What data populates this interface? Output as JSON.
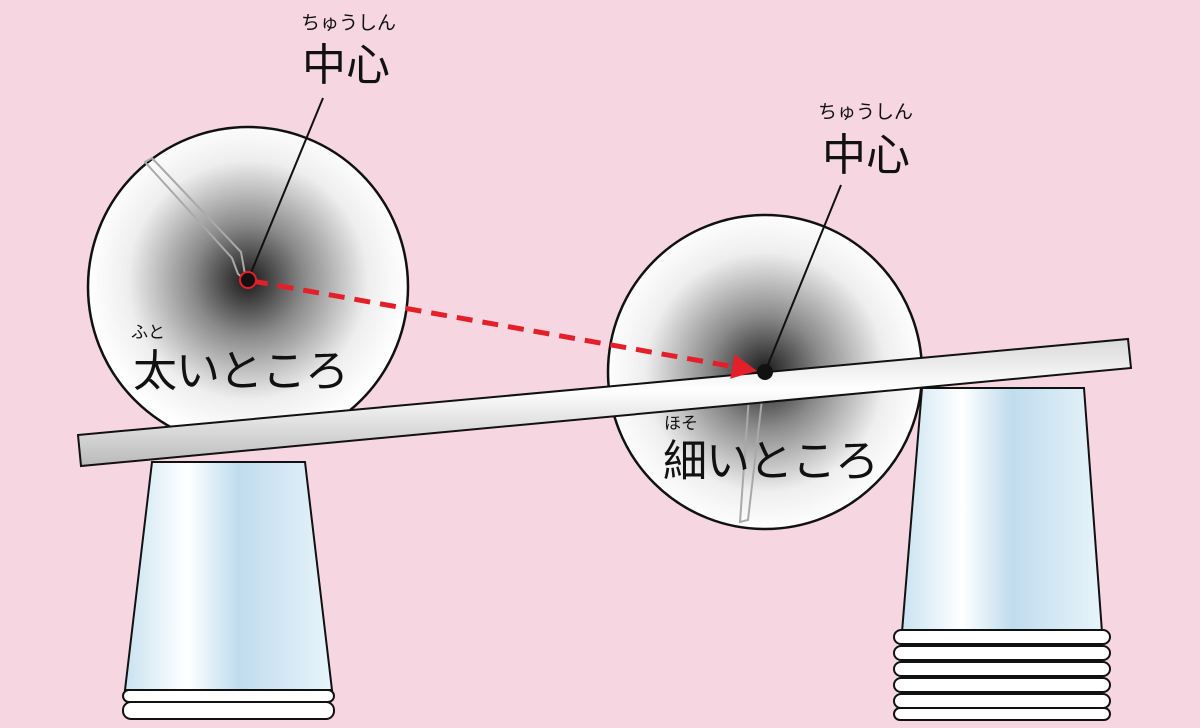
{
  "labels": {
    "center_left": {
      "ruby": "ちゅうしん",
      "text": "中心"
    },
    "center_right": {
      "ruby": "ちゅうしん",
      "text": "中心"
    },
    "thick_part": {
      "ruby": "ふと",
      "text": "太いところ"
    },
    "thin_part": {
      "ruby": "ほそ",
      "text": "細いところ"
    }
  },
  "colors": {
    "background": "#f6d6e0",
    "arrow": "#e3202a",
    "cup_body": "#dbeef7",
    "outline": "#111111"
  }
}
